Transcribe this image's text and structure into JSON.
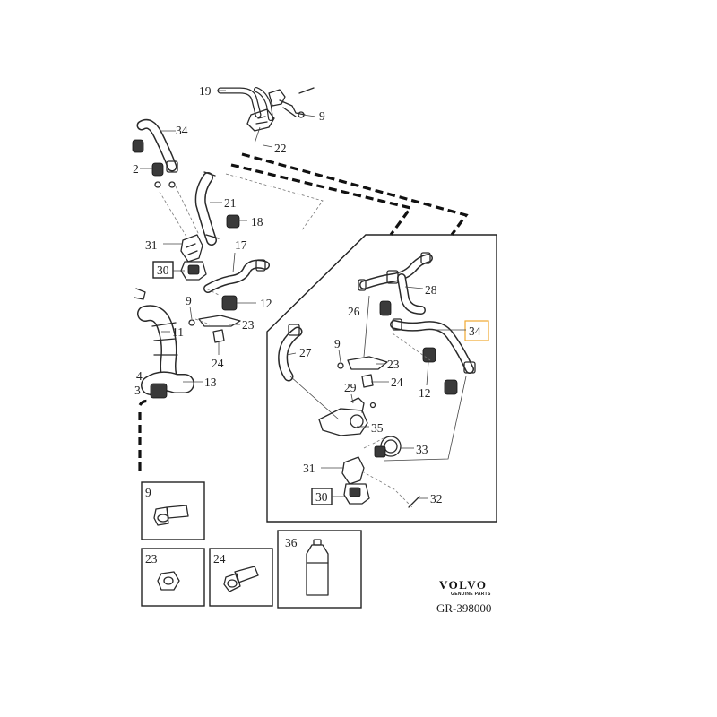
{
  "callouts": {
    "c19": "19",
    "c9a": "9",
    "c22": "22",
    "c34a": "34",
    "c2": "2",
    "c21": "21",
    "c18": "18",
    "c31a": "31",
    "c17": "17",
    "c30a": "30",
    "c9b": "9",
    "c12a": "12",
    "c11": "11",
    "c23a": "23",
    "c24a": "24",
    "c4": "4",
    "c3": "3",
    "c13": "13",
    "c28": "28",
    "c26": "26",
    "c34b": "34",
    "c27": "27",
    "c9c": "9",
    "c23b": "23",
    "c24b": "24",
    "c12b": "12",
    "c29": "29",
    "c35": "35",
    "c33": "33",
    "c31b": "31",
    "c30b": "30",
    "c32": "32"
  },
  "detail_boxes": {
    "bolt_9": "9",
    "nut_23": "23",
    "bolt_24": "24",
    "coolant_36": "36"
  },
  "brand": {
    "name": "VOLVO",
    "tagline": "GENUINE PARTS",
    "reference": "GR-398000"
  }
}
